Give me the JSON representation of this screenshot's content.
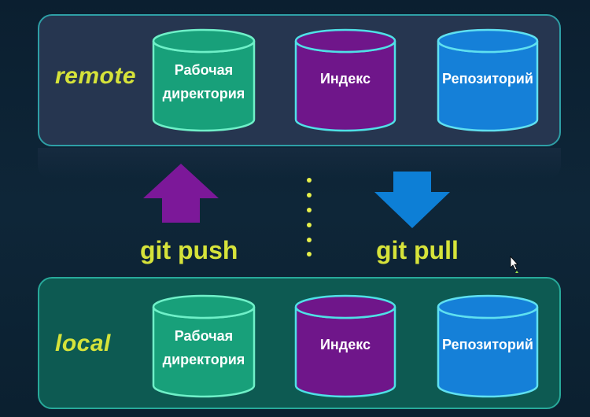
{
  "remote": {
    "label": "remote",
    "cylinders": [
      {
        "line1": "Рабочая",
        "line2": "директория",
        "color": "#18a07a",
        "rim": "#6ff0c8"
      },
      {
        "line1": "Индекс",
        "line2": "",
        "color": "#6f168a",
        "rim": "#4fe0e6"
      },
      {
        "line1": "Репозиторий",
        "line2": "",
        "color": "#1580d8",
        "rim": "#5fe0f0"
      }
    ]
  },
  "local": {
    "label": "local",
    "cylinders": [
      {
        "line1": "Рабочая",
        "line2": "директория",
        "color": "#18a07a",
        "rim": "#6ff0c8"
      },
      {
        "line1": "Индекс",
        "line2": "",
        "color": "#6f168a",
        "rim": "#4fe0e6"
      },
      {
        "line1": "Репозиторий",
        "line2": "",
        "color": "#1580d8",
        "rim": "#5fe0f0"
      }
    ]
  },
  "commands": {
    "push": {
      "label": "git push",
      "arrow_color": "#7c1899",
      "direction": "up"
    },
    "pull": {
      "label": "git pull",
      "arrow_color": "#0d7fd6",
      "direction": "down"
    }
  },
  "colors": {
    "background": "#0c2233",
    "label_yellow": "#d6e33a",
    "remote_panel": "#263650",
    "local_panel": "#0d5a52",
    "dots": "#e6ef4a"
  }
}
